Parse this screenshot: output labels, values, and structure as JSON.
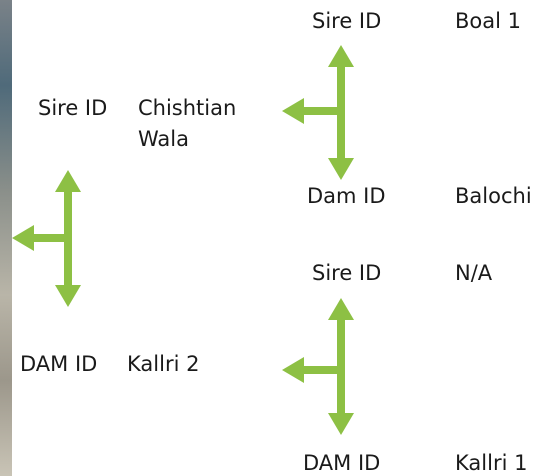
{
  "arrow_color": "#8dc044",
  "parent": {
    "sire": {
      "id_label": "Sire ID",
      "name_line1": "Chishtian",
      "name_line2": "Wala"
    },
    "dam": {
      "id_label": "DAM ID",
      "name": "Kallri 2"
    }
  },
  "sire_parents": {
    "sire": {
      "id_label": "Sire ID",
      "name": "Boal 1"
    },
    "dam": {
      "id_label": "Dam ID",
      "name": "Balochi"
    }
  },
  "dam_parents": {
    "sire": {
      "id_label": "Sire ID",
      "name": "N/A"
    },
    "dam": {
      "id_label": "DAM ID",
      "name": "Kallri 1"
    }
  }
}
